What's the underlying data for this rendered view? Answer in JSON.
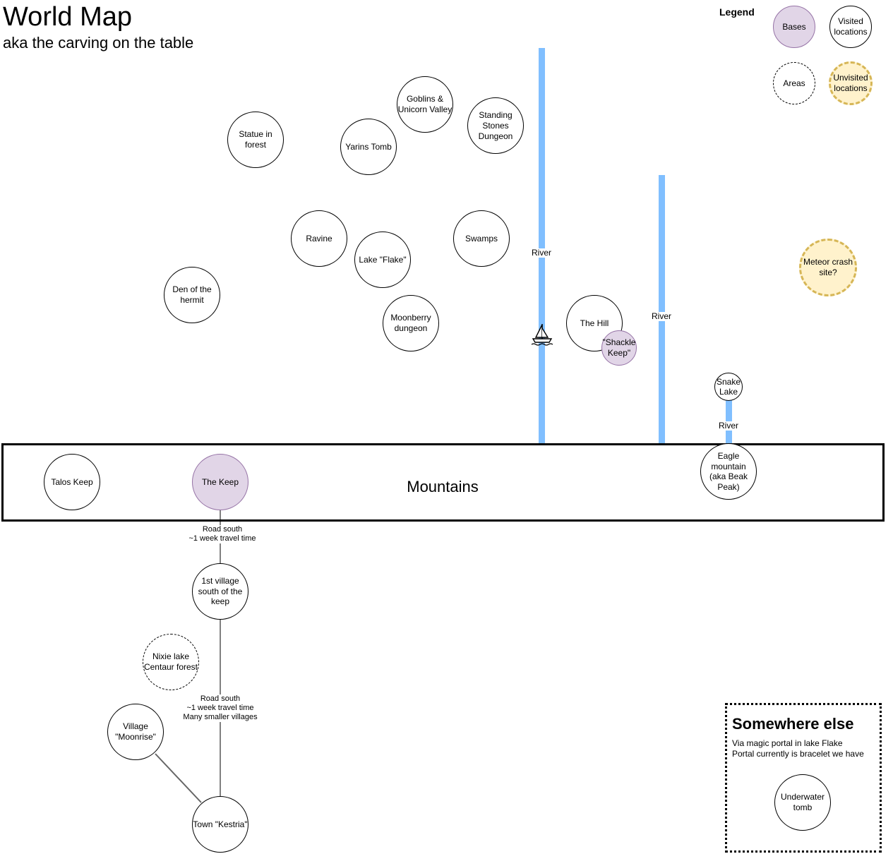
{
  "header": {
    "title": "World Map",
    "subtitle": "aka the carving on the table"
  },
  "legend": {
    "title": "Legend",
    "bases": "Bases",
    "visited": "Visited\nlocations",
    "areas": "Areas",
    "unvisited": "Unvisited\nlocations"
  },
  "colors": {
    "base_fill": "#e1d5e7",
    "base_stroke": "#9673a6",
    "unvisited_fill": "#fff2cc",
    "unvisited_stroke": "#d6b656",
    "river": "#80bfff"
  },
  "icons": {
    "boat": "sailboat-icon"
  },
  "locations": {
    "goblins": "Goblins &\nUnicorn Valley",
    "standing_stones": "Standing\nStones\nDungeon",
    "statue": "Statue in\nforest",
    "yarins_tomb": "Yarins Tomb",
    "ravine": "Ravine",
    "swamps": "Swamps",
    "lake_flake": "Lake \"Flake\"",
    "den_hermit": "Den of the\nhermit",
    "moonberry": "Moonberry\ndungeon",
    "the_hill": "The Hill",
    "shackle_keep": "\"Shackle\nKeep\"",
    "meteor": "Meteor crash\nsite?",
    "snake_lake": "Snake\nLake",
    "talos_keep": "Talos Keep",
    "the_keep": "The Keep",
    "eagle_mountain": "Eagle\nmountain\n(aka Beak\nPeak)",
    "first_village": "1st village\nsouth of the\nkeep",
    "nixie_lake": "Nixie lake\nCentaur forest",
    "village_moonrise": "Village\n\"Moonrise\"",
    "town_kestria": "Town \"Kestria\"",
    "underwater_tomb": "Underwater\ntomb"
  },
  "rivers": {
    "river_1": "River",
    "river_2": "River",
    "river_3": "River"
  },
  "mountains": {
    "label": "Mountains"
  },
  "roads": {
    "road_1": "Road south\n~1 week travel time",
    "road_2": "Road south\n~1 week travel time\nMany smaller villages"
  },
  "elsewhere": {
    "title": "Somewhere else",
    "text": "Via magic portal in lake Flake\nPortal currently is bracelet we have"
  }
}
